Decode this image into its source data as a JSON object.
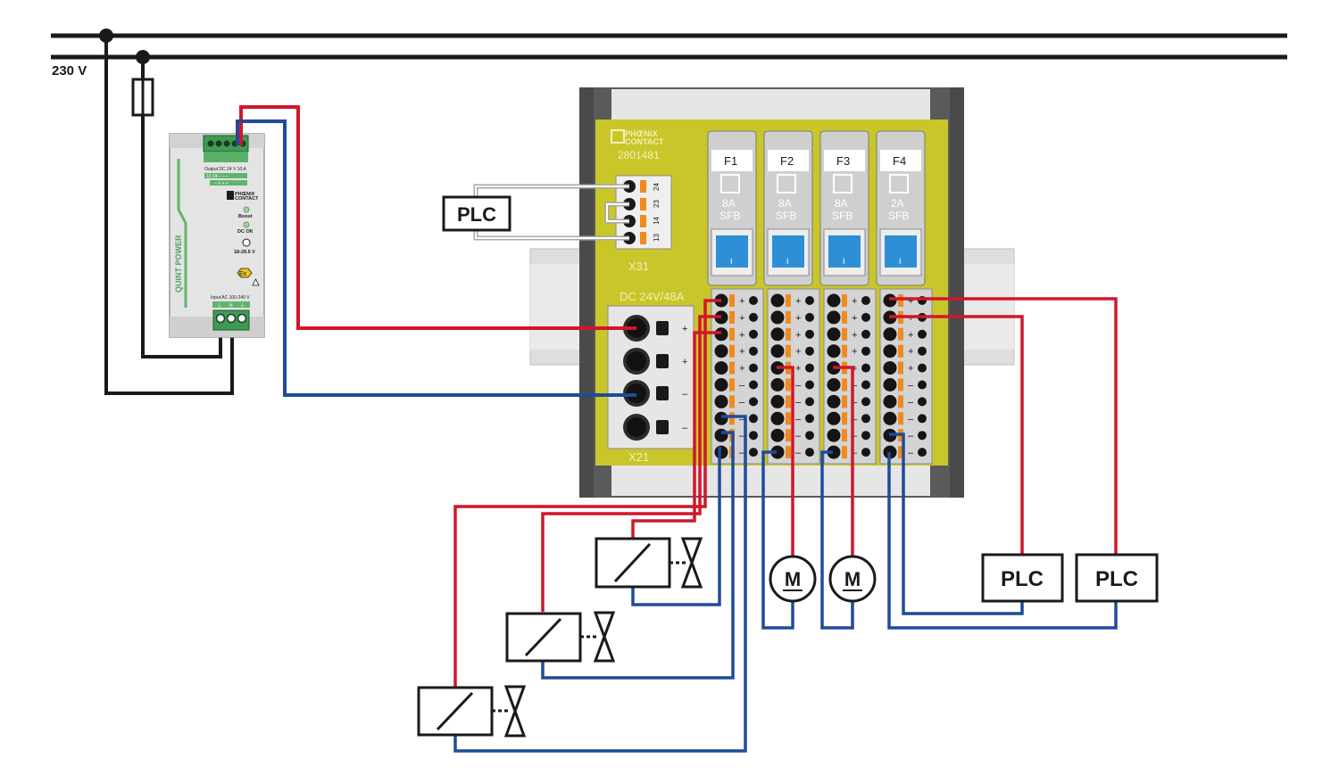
{
  "mains": {
    "voltage_label": "230 V"
  },
  "power_supply": {
    "brand_vertical": "QUINT POWER",
    "output_label": "Output DC 24 V  10 A",
    "output_pins": "13  14  –  –  –",
    "output_pins2": "–  +  +  +",
    "logo_line1": "PHŒNIX",
    "logo_line2": "CONTACT",
    "boost_label": "Boost",
    "dcok_label": "DC OK",
    "voltage_range": "18-29.5 V",
    "ex_label": "Ex",
    "input_label": "Input AC  100-240 V",
    "input_pins": [
      "L",
      "N",
      "⏚"
    ]
  },
  "module": {
    "logo_line1": "PHŒNIX",
    "logo_line2": "CONTACT",
    "part_number": "2801481",
    "x31_label": "X31",
    "x31_pins": [
      "24",
      "23",
      "14",
      "13"
    ],
    "dc_label": "DC 24V/48A",
    "x21_label": "X21",
    "x21_signs": [
      "+",
      "+",
      "–",
      "–"
    ],
    "breakers": [
      {
        "name": "F1",
        "rating": "8A",
        "type": "SFB"
      },
      {
        "name": "F2",
        "rating": "8A",
        "type": "SFB"
      },
      {
        "name": "F3",
        "rating": "8A",
        "type": "SFB"
      },
      {
        "name": "F4",
        "rating": "2A",
        "type": "SFB"
      }
    ],
    "terminal_signs": [
      "+",
      "+",
      "+",
      "+",
      "+",
      "–",
      "–",
      "–",
      "–",
      "–"
    ],
    "switch_mark": "I"
  },
  "loads": {
    "plc_label": "PLC",
    "motor_label": "M"
  },
  "colors": {
    "positive_wire": "#d0162c",
    "negative_wire": "#1f4b9a",
    "module_body": "#c9c62a",
    "rail": "#d9d9d9",
    "psu_body": "#e2e2e2",
    "terminal_orange": "#f08a1c"
  }
}
